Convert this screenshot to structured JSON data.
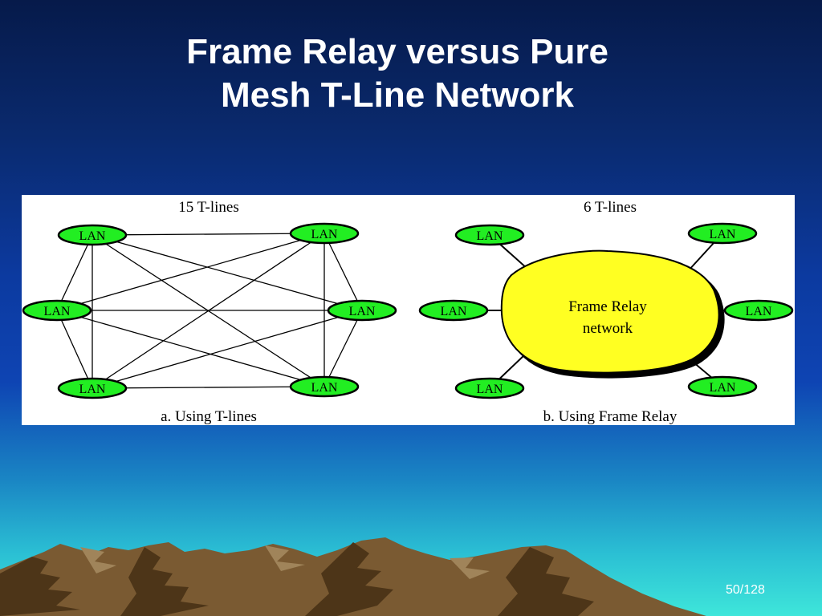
{
  "slide": {
    "title_line1": "Frame Relay versus Pure",
    "title_line2": "Mesh T-Line Network",
    "page_number": "50/128"
  },
  "diagram_a": {
    "heading": "15 T-lines",
    "caption": "a. Using T-lines",
    "node_labels": [
      "LAN",
      "LAN",
      "LAN",
      "LAN",
      "LAN",
      "LAN"
    ]
  },
  "diagram_b": {
    "heading": "6 T-lines",
    "caption": "b. Using Frame Relay",
    "cloud_line1": "Frame Relay",
    "cloud_line2": "network",
    "node_labels": [
      "LAN",
      "LAN",
      "LAN",
      "LAN",
      "LAN",
      "LAN"
    ]
  },
  "colors": {
    "lan_fill": "#22ee22",
    "cloud_fill": "#ffff22",
    "panel_bg": "#ffffff"
  }
}
